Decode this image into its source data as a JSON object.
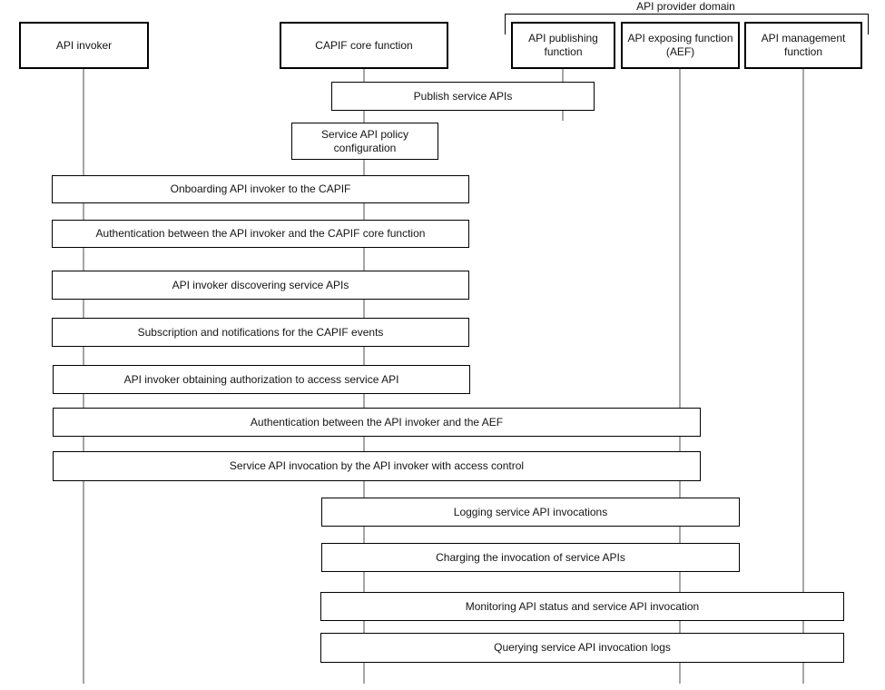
{
  "provider_domain": {
    "label": "API provider domain"
  },
  "entities": [
    {
      "label": "API invoker"
    },
    {
      "label": "CAPIF core function"
    },
    {
      "label": "API publishing function"
    },
    {
      "label": "API exposing function (AEF)"
    },
    {
      "label": "API management function"
    }
  ],
  "actions": [
    {
      "label": "Publish service APIs"
    },
    {
      "label": "Service API policy configuration"
    },
    {
      "label": "Onboarding API invoker to the CAPIF"
    },
    {
      "label": "Authentication between the API invoker and the CAPIF core function"
    },
    {
      "label": "API invoker discovering service APIs"
    },
    {
      "label": "Subscription and notifications for the CAPIF events"
    },
    {
      "label": "API invoker obtaining authorization to access service API"
    },
    {
      "label": "Authentication between the API invoker and the AEF"
    },
    {
      "label": "Service API invocation by the API invoker with access control"
    },
    {
      "label": "Logging service API invocations"
    },
    {
      "label": "Charging the invocation of service APIs"
    },
    {
      "label": "Monitoring API status and service API invocation"
    },
    {
      "label": "Querying service API invocation logs"
    }
  ],
  "colors": {
    "border": "#000000",
    "lifeline": "#a6a6a6",
    "text": "#141414",
    "background": "#ffffff"
  }
}
